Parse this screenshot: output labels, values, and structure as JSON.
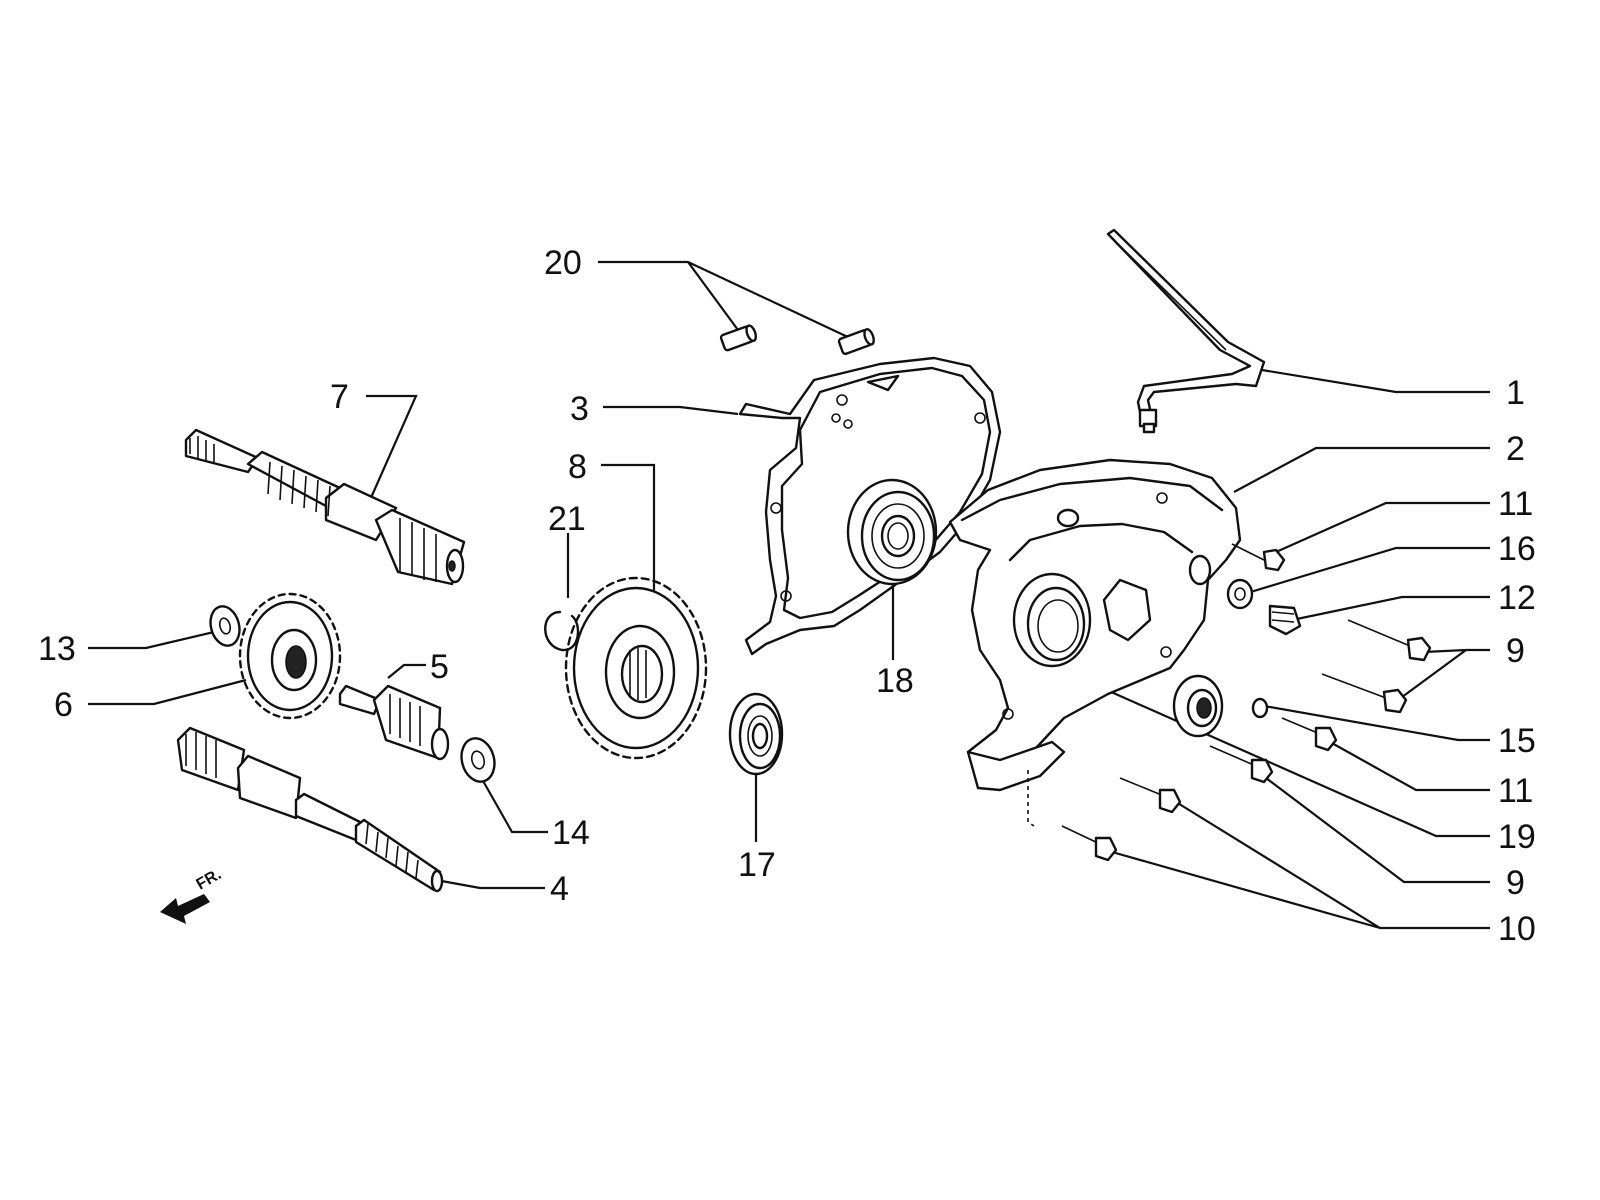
{
  "diagram": {
    "direction_marker": "FR.",
    "callouts": [
      {
        "id": "c1",
        "label": "1"
      },
      {
        "id": "c2",
        "label": "2"
      },
      {
        "id": "c3",
        "label": "3"
      },
      {
        "id": "c4",
        "label": "4"
      },
      {
        "id": "c5",
        "label": "5"
      },
      {
        "id": "c6",
        "label": "6"
      },
      {
        "id": "c7",
        "label": "7"
      },
      {
        "id": "c8",
        "label": "8"
      },
      {
        "id": "c9a",
        "label": "9"
      },
      {
        "id": "c9b",
        "label": "9"
      },
      {
        "id": "c10",
        "label": "10"
      },
      {
        "id": "c11a",
        "label": "11"
      },
      {
        "id": "c11b",
        "label": "11"
      },
      {
        "id": "c12",
        "label": "12"
      },
      {
        "id": "c13",
        "label": "13"
      },
      {
        "id": "c14",
        "label": "14"
      },
      {
        "id": "c15",
        "label": "15"
      },
      {
        "id": "c16",
        "label": "16"
      },
      {
        "id": "c17",
        "label": "17"
      },
      {
        "id": "c18",
        "label": "18"
      },
      {
        "id": "c19",
        "label": "19"
      },
      {
        "id": "c20",
        "label": "20"
      },
      {
        "id": "c21",
        "label": "21"
      }
    ]
  }
}
